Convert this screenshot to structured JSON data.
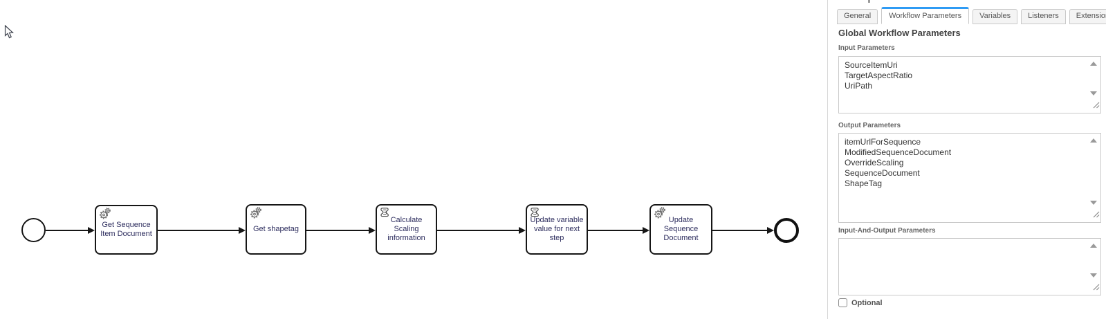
{
  "colors": {
    "accent_blue": "#2f9bf4",
    "task_border": "#161616",
    "task_text": "#2d2d5e",
    "panel_divider": "#d6d6d6",
    "label_gray": "#666666"
  },
  "diagram": {
    "start_event": {
      "type": "start-event"
    },
    "end_event": {
      "type": "end-event"
    },
    "tasks": [
      {
        "label": "Get Sequence\nItem Document",
        "icon": "service-task-gears"
      },
      {
        "label": "Get shapetag",
        "icon": "service-task-gears"
      },
      {
        "label": "Calculate\nScaling\ninformation",
        "icon": "script-task-scroll"
      },
      {
        "label": "Update variable\nvalue for next\nstep",
        "icon": "script-task-scroll"
      },
      {
        "label": "Update\nSequence\nDocument",
        "icon": "service-task-gears"
      }
    ]
  },
  "panel": {
    "tabs": [
      {
        "label": "General",
        "active": false
      },
      {
        "label": "Workflow Parameters",
        "active": true
      },
      {
        "label": "Variables",
        "active": false
      },
      {
        "label": "Listeners",
        "active": false
      },
      {
        "label": "Extensions",
        "active": false
      }
    ],
    "heading": "Global Workflow Parameters",
    "input_parameters": {
      "label": "Input Parameters",
      "values": [
        "SourceItemUri",
        "TargetAspectRatio",
        "UriPath"
      ]
    },
    "output_parameters": {
      "label": "Output Parameters",
      "values": [
        "itemUrlForSequence",
        "ModifiedSequenceDocument",
        "OverrideScaling",
        "SequenceDocument",
        "ShapeTag"
      ]
    },
    "input_and_output_parameters": {
      "label": "Input-And-Output Parameters",
      "values": []
    },
    "optional": {
      "label": "Optional",
      "checked": false
    }
  }
}
